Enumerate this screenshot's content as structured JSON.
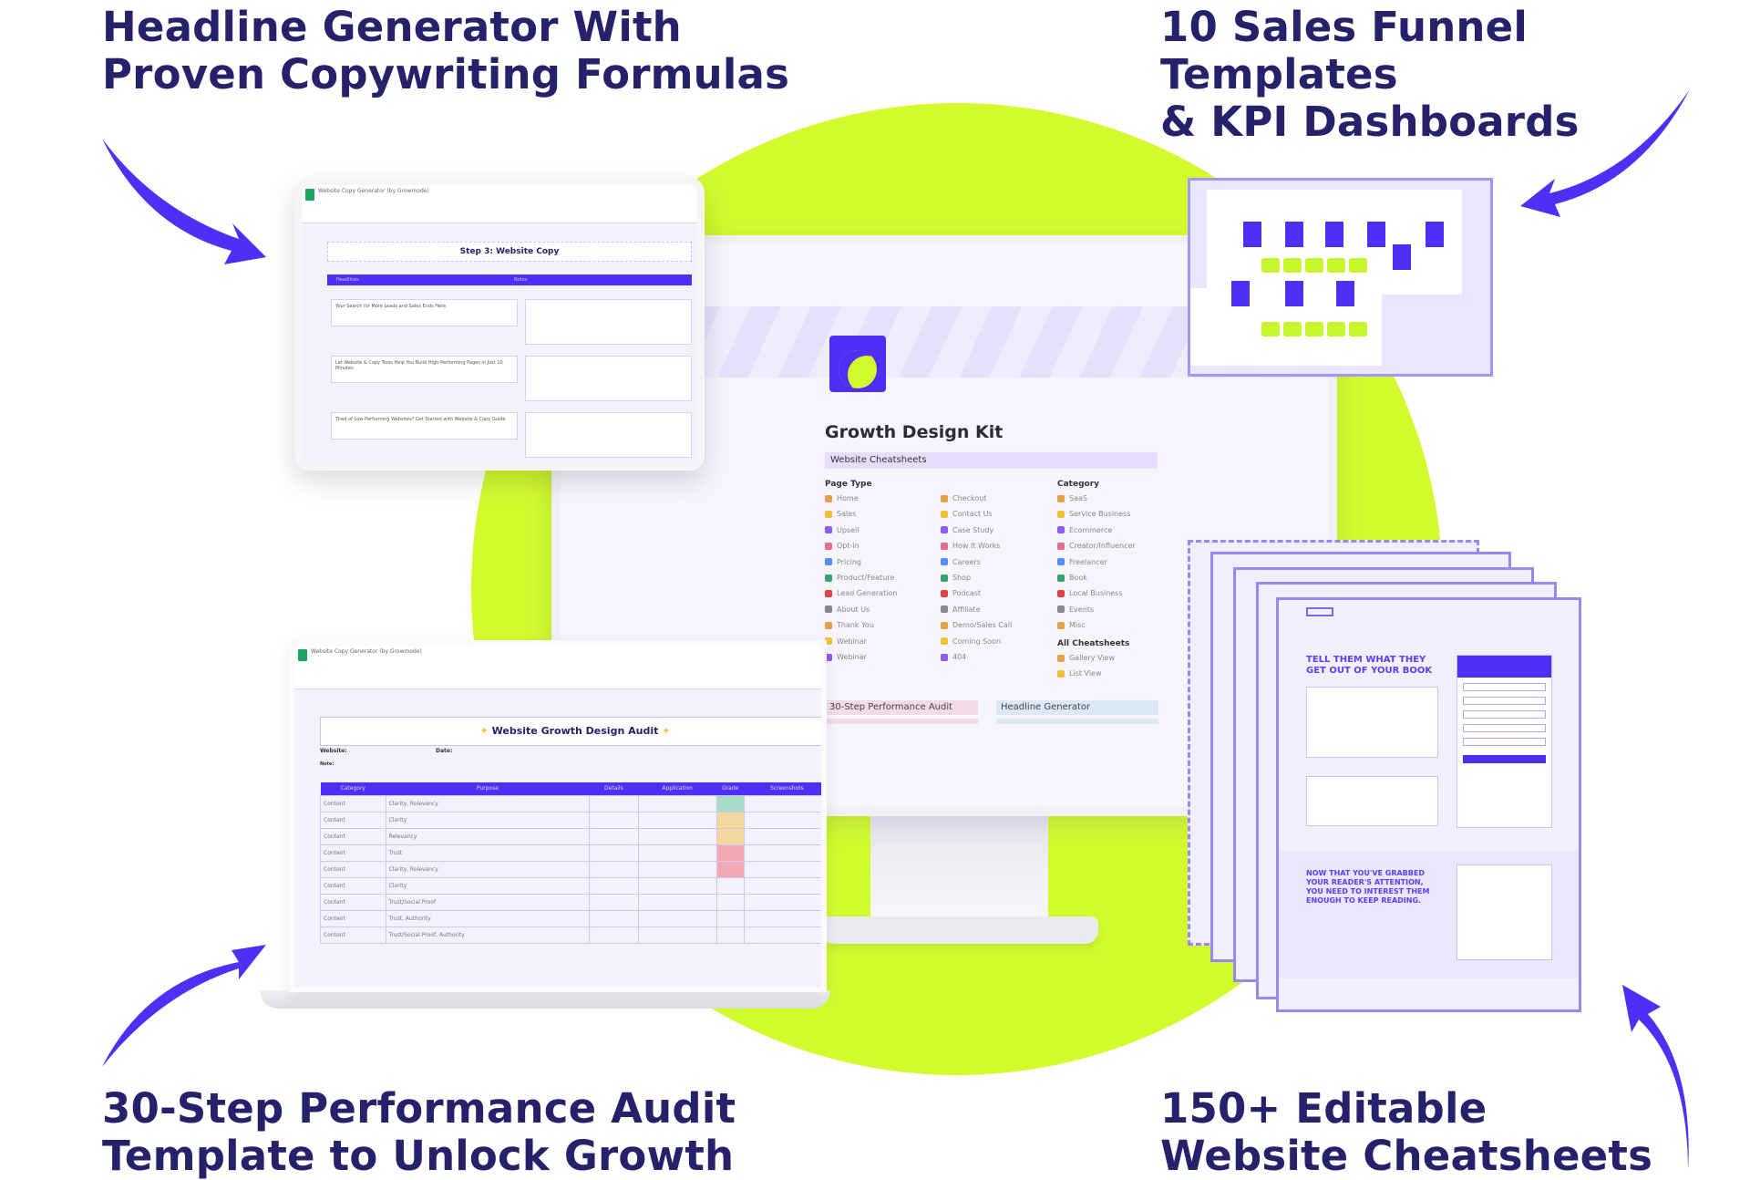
{
  "headlines": {
    "top_left": [
      "Headline Generator With",
      "Proven Copywriting Formulas"
    ],
    "top_right": [
      "10 Sales Funnel Templates",
      "& KPI Dashboards"
    ],
    "bottom_left": [
      "30-Step Performance Audit",
      "Template to Unlock Growth"
    ],
    "bottom_right": [
      "150+ Editable",
      "Website Cheatsheets"
    ]
  },
  "colors": {
    "accent": "#4f2ff5",
    "lime": "#d2fb2e",
    "headline": "#26216b"
  },
  "monitor": {
    "title": "Growth Design Kit",
    "section": "Website Cheatsheets",
    "page_type_label": "Page Type",
    "page_types_a": [
      "Home",
      "Sales",
      "Upsell",
      "Opt-in",
      "Pricing",
      "Product/Feature",
      "Lead Generation",
      "About Us",
      "Thank You",
      "Webinar",
      "Webinar"
    ],
    "page_types_b": [
      "Checkout",
      "Contact Us",
      "Case Study",
      "How It Works",
      "Careers",
      "Shop",
      "Podcast",
      "Affiliate",
      "Demo/Sales Call",
      "Coming Soon",
      "404"
    ],
    "category_label": "Category",
    "categories": [
      "SaaS",
      "Service Business",
      "Ecommerce",
      "Creator/Influencer",
      "Freelancer",
      "Book",
      "Local Business",
      "Events",
      "Misc"
    ],
    "all_label": "All Cheatsheets",
    "views": [
      "Gallery View",
      "List View"
    ],
    "audit_link": "30-Step Performance Audit",
    "headline_link": "Headline Generator"
  },
  "tablet": {
    "doc_title": "Website Copy Generator (by Growmode)",
    "sheet_title": "Step 3: Website Copy",
    "headers": [
      "Headlines",
      "Notes"
    ],
    "rows": [
      "Your Search for More Leads and Sales Ends Here",
      "Let Website & Copy Tools Help You Build High-Performing Pages in Just 10 Minutes",
      "Tired of Low-Performing Websites? Get Started with Website & Copy Guide"
    ]
  },
  "laptop": {
    "doc_title": "Website Copy Generator (by Growmode)",
    "sheet_title": "Website Growth Design Audit",
    "website_label": "Website:",
    "date_label": "Date:",
    "note_label": "Note:",
    "headers": [
      "Category",
      "Purpose",
      "Details",
      "Application",
      "Grade",
      "Screenshots"
    ],
    "rows": [
      {
        "category": "Content",
        "purpose": "Clarity, Relevancy",
        "grade_color": "#a9dcc8"
      },
      {
        "category": "Content",
        "purpose": "Clarity",
        "grade_color": "#f4d79a"
      },
      {
        "category": "Content",
        "purpose": "Relevancy",
        "grade_color": "#f4d79a"
      },
      {
        "category": "Content",
        "purpose": "Trust",
        "grade_color": "#f2a9b4"
      },
      {
        "category": "Content",
        "purpose": "Clarity, Relevancy",
        "grade_color": "#f2a9b4"
      },
      {
        "category": "Content",
        "purpose": "Clarity",
        "grade_color": ""
      },
      {
        "category": "Content",
        "purpose": "Trust/Social Proof",
        "grade_color": ""
      },
      {
        "category": "Content",
        "purpose": "Trust, Authority",
        "grade_color": ""
      },
      {
        "category": "Content",
        "purpose": "Trust/Social Proof, Authority",
        "grade_color": ""
      }
    ]
  },
  "cheatsheet": {
    "hero": "TELL THEM WHAT THEY GET OUT OF YOUR BOOK",
    "section": "NOW THAT YOU'VE GRABBED YOUR READER'S ATTENTION, YOU NEED TO INTEREST THEM ENOUGH TO KEEP READING."
  }
}
